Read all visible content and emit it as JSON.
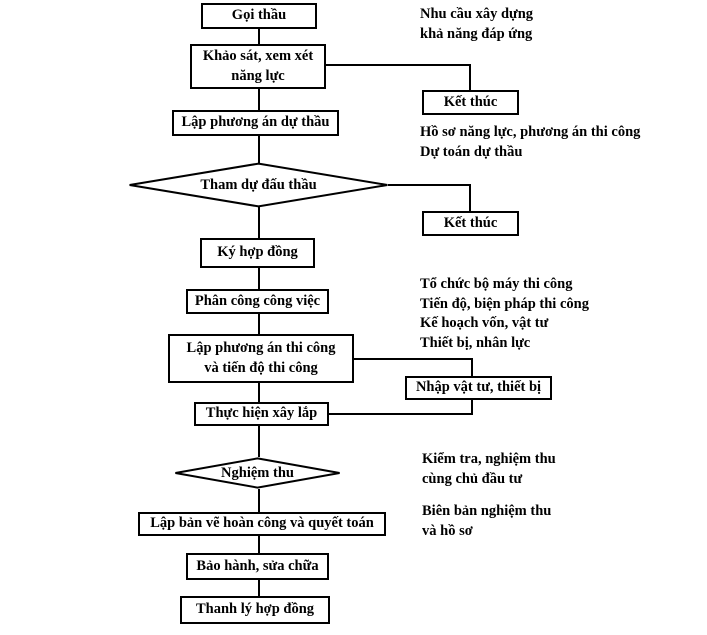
{
  "diagram": {
    "title": "Quy trinh thi cong xay dung - flowchart",
    "stroke_color": "#000000",
    "background_color": "#ffffff",
    "nodes": [
      {
        "id": "goi-thau",
        "label": "Gọi thầu",
        "shape": "box"
      },
      {
        "id": "khao-sat",
        "label": "Khảo sát, xem xét\nnăng lực",
        "shape": "box"
      },
      {
        "id": "ket-thuc-1",
        "label": "Kết thúc",
        "shape": "box"
      },
      {
        "id": "lap-phuong-an-du-thau",
        "label": "Lập phương án dự thầu",
        "shape": "box"
      },
      {
        "id": "tham-du-dau-thau",
        "label": "Tham dự đấu thầu",
        "shape": "diamond"
      },
      {
        "id": "ket-thuc-2",
        "label": "Kết thúc",
        "shape": "box"
      },
      {
        "id": "ky-hop-dong",
        "label": "Ký hợp đồng",
        "shape": "box"
      },
      {
        "id": "phan-cong-cong-viec",
        "label": "Phân công công việc",
        "shape": "box"
      },
      {
        "id": "lap-phuong-an-thi-cong",
        "label": "Lập phương án thi công\nvà tiến độ thi công",
        "shape": "box"
      },
      {
        "id": "nhap-vat-tu",
        "label": "Nhập vật tư, thiết bị",
        "shape": "box"
      },
      {
        "id": "thuc-hien-xay-lap",
        "label": "Thực hiện xây lắp",
        "shape": "box"
      },
      {
        "id": "nghiem-thu",
        "label": "Nghiệm thu",
        "shape": "diamond"
      },
      {
        "id": "lap-ban-ve",
        "label": "Lập bản vẽ hoàn công và quyết toán",
        "shape": "box"
      },
      {
        "id": "bao-hanh",
        "label": "Bảo hành, sửa chữa",
        "shape": "box"
      },
      {
        "id": "thanh-ly",
        "label": "Thanh lý hợp đồng",
        "shape": "box"
      }
    ],
    "notes": [
      {
        "id": "note-1",
        "text": "Nhu cầu xây dựng\nkhả năng đáp ứng"
      },
      {
        "id": "note-2",
        "text": "Hồ sơ năng lực, phương án thi công\nDự toán dự thầu"
      },
      {
        "id": "note-3",
        "text": "Tổ chức bộ máy thi công\nTiến độ, biện pháp thi công\nKế hoạch vốn, vật tư\nThiết bị, nhân lực"
      },
      {
        "id": "note-4",
        "text": "Kiểm tra, nghiệm thu\ncùng chủ đầu tư"
      },
      {
        "id": "note-5",
        "text": "Biên bản nghiệm thu\nvà hồ sơ"
      }
    ]
  }
}
